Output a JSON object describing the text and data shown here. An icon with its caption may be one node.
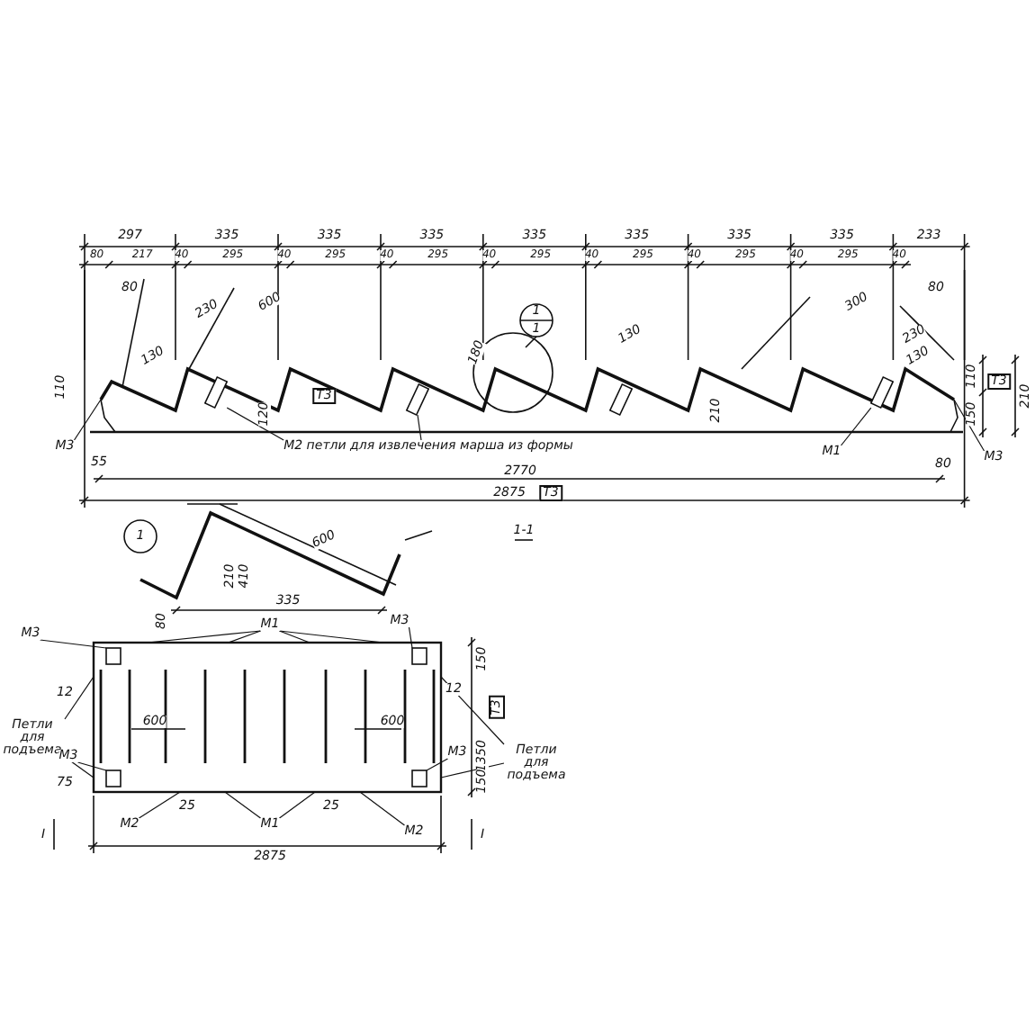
{
  "diagram": {
    "nodes": [
      {
        "text": [
          "М2 петли для извлечения марша из формы"
        ]
      },
      {
        "text": [
          "М1"
        ]
      },
      {
        "text": [
          "М3"
        ]
      },
      {
        "text": [
          "М3"
        ]
      },
      {
        "text": [
          "М1"
        ]
      },
      {
        "text": [
          "М3"
        ]
      },
      {
        "text": [
          "М3"
        ]
      },
      {
        "text": [
          "Петли для подъема"
        ]
      },
      {
        "text": [
          "М3"
        ]
      },
      {
        "text": [
          "М3"
        ]
      },
      {
        "text": [
          "Петли для подъема"
        ]
      },
      {
        "text": [
          "М2"
        ]
      },
      {
        "text": [
          "М1"
        ]
      },
      {
        "text": [
          "М2"
        ]
      },
      {
        "text": [],
        "shape": "box",
        "in": 18
      },
      {
        "text": [],
        "shape": "box",
        "in": 18
      },
      {
        "text": [],
        "shape": "box",
        "in": 18
      },
      {
        "text": [],
        "shape": "box",
        "in": 18
      },
      {
        "text": [],
        "shape": "picture"
      },
      {
        "text": [],
        "shape": "box"
      },
      {
        "text": [],
        "shape": "box",
        "in": 19
      },
      {
        "text": [],
        "shape": "box",
        "in": 19
      },
      {
        "text": [],
        "shape": "box",
        "in": 19
      },
      {
        "text": [],
        "shape": "box",
        "in": 19
      }
    ],
    "edges": [
      {
        "from": 0,
        "to": 15,
        "arrow": "none"
      },
      {
        "from": 0,
        "to": 14,
        "arrow": "none"
      },
      {
        "from": 1,
        "to": 17,
        "arrow": "none"
      },
      {
        "from": 2,
        "to": 18,
        "arrow": "none"
      },
      {
        "from": 3,
        "to": 18,
        "arrow": "none"
      },
      {
        "from": 4,
        "to": 19,
        "arrow": "none"
      },
      {
        "from": 4,
        "to": 19,
        "arrow": "none"
      },
      {
        "from": 4,
        "to": 19,
        "arrow": "none"
      },
      {
        "from": 4,
        "to": 19,
        "arrow": "none"
      },
      {
        "from": 5,
        "to": 20,
        "arrow": "none"
      },
      {
        "from": 6,
        "to": 21,
        "arrow": "none"
      },
      {
        "from": 7,
        "to": 19,
        "arrow": "none"
      },
      {
        "from": 7,
        "to": 19,
        "arrow": "none"
      },
      {
        "from": 8,
        "to": 22,
        "arrow": "none"
      },
      {
        "from": 9,
        "to": 23,
        "arrow": "none"
      },
      {
        "from": 10,
        "to": 19,
        "arrow": "none"
      },
      {
        "from": 10,
        "to": 19,
        "arrow": "none"
      },
      {
        "from": 11,
        "to": 19,
        "arrow": "none"
      },
      {
        "from": 12,
        "to": 19,
        "arrow": "none"
      },
      {
        "from": 12,
        "to": 19,
        "arrow": "none"
      },
      {
        "from": 13,
        "to": 19,
        "arrow": "none"
      }
    ],
    "labels": [
      "297",
      "335",
      "335",
      "335",
      "335",
      "335",
      "335",
      "335",
      "233",
      "80",
      "217",
      "40",
      "295",
      "40",
      "295",
      "40",
      "295",
      "40",
      "295",
      "40",
      "295",
      "40",
      "295",
      "40",
      "295",
      "40",
      "80",
      "230",
      "600",
      "130",
      "110",
      "55",
      "Т3",
      "120",
      "1",
      "1",
      "180",
      "130",
      "210",
      "300",
      "230",
      "80",
      "130",
      "110",
      "150",
      "Т3",
      "210",
      "80",
      "2770",
      "2875",
      "Т3",
      "1",
      "600",
      "210",
      "410",
      "80",
      "335",
      "1-1",
      "150",
      "12",
      "12",
      "Т3",
      "1350",
      "600",
      "600",
      "75",
      "150",
      "25",
      "25",
      "I",
      "I",
      "2875"
    ]
  }
}
